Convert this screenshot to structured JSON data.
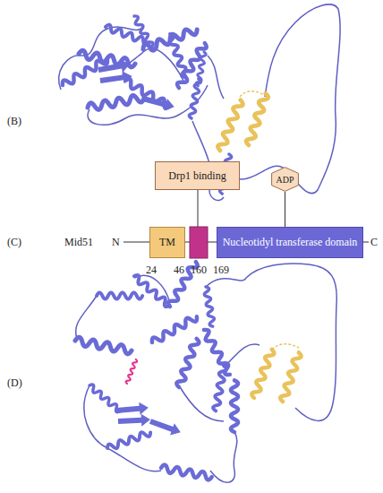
{
  "diagram": {
    "nodes": [
      {
        "text": [
          "Drp1 binding"
        ]
      },
      {
        "text": [
          "ADP"
        ]
      },
      {
        "text": [
          "TM"
        ]
      },
      {
        "text": [
          "Nucleotidyl transferase domain"
        ]
      }
    ],
    "edges": [
      {
        "from": 1,
        "to": 3,
        "arrow": "none"
      }
    ],
    "labels": [
      "(B)",
      "(C)",
      "(D)",
      "Mid51",
      "N",
      "C",
      "24",
      "46",
      "160",
      "169"
    ]
  }
}
